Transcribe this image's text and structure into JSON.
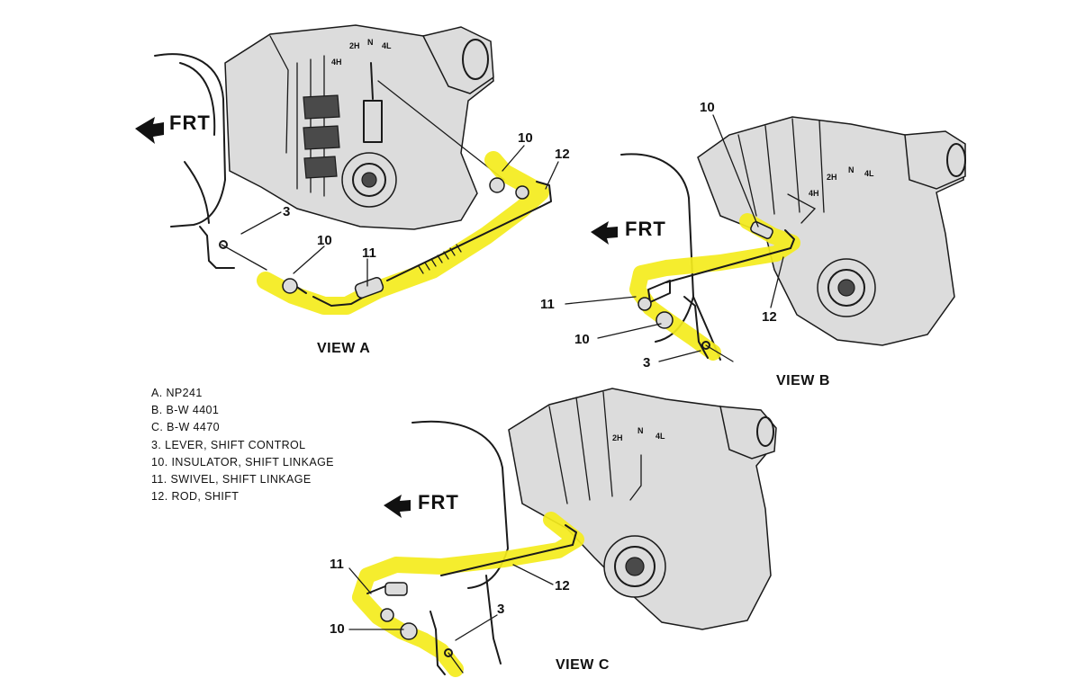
{
  "direction_label": "FRT",
  "views": [
    {
      "id": "a",
      "title": "VIEW A"
    },
    {
      "id": "b",
      "title": "VIEW B"
    },
    {
      "id": "c",
      "title": "VIEW C"
    }
  ],
  "shift_positions": [
    "4H",
    "2H",
    "N",
    "4L"
  ],
  "callouts": {
    "a": [
      "3",
      "10",
      "11",
      "10",
      "12"
    ],
    "b": [
      "10",
      "11",
      "10",
      "3",
      "12"
    ],
    "c": [
      "11",
      "10",
      "3",
      "12"
    ]
  },
  "legend": [
    "A.  NP241",
    "B.  B-W 4401",
    "C.  B-W 4470",
    "3.  LEVER, SHIFT CONTROL",
    "10.  INSULATOR, SHIFT LINKAGE",
    "11.  SWIVEL, SHIFT LINKAGE",
    "12.  ROD, SHIFT"
  ],
  "colors": {
    "highlight": "#f4ec1c",
    "ink": "#1a1a1a",
    "background": "#ffffff"
  }
}
